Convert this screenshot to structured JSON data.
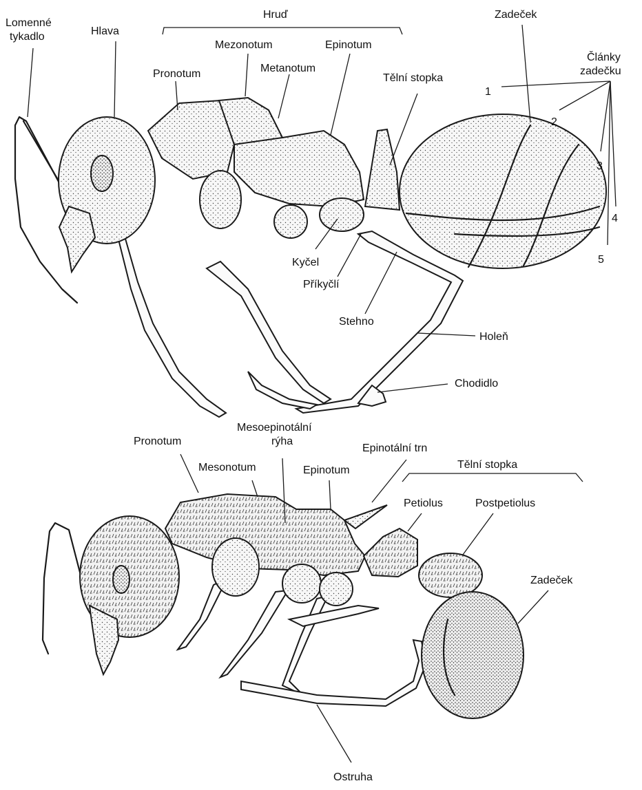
{
  "top_diagram": {
    "labels": {
      "antenna_line1": "Lomenné",
      "antenna_line2": "tykadlo",
      "head": "Hlava",
      "thorax": "Hruď",
      "pronotum": "Pronotum",
      "mezonotum": "Mezonotum",
      "metanotum": "Metanotum",
      "epinotum": "Epinotum",
      "waist": "Tělní stopka",
      "gaster": "Zadeček",
      "segments_line1": "Články",
      "segments_line2": "zadečku",
      "seg1": "1",
      "seg2": "2",
      "seg3": "3",
      "seg4": "4",
      "seg5": "5",
      "coxa": "Kyčel",
      "trochanter": "Příkyčlí",
      "femur": "Stehno",
      "tibia": "Holeň",
      "tarsus": "Chodidlo"
    }
  },
  "bottom_diagram": {
    "labels": {
      "pronotum": "Pronotum",
      "mesonotum": "Mesonotum",
      "groove_line1": "Mesoepinotální",
      "groove_line2": "rýha",
      "epinotum": "Epinotum",
      "spine": "Epinotální trn",
      "waist": "Tělní stopka",
      "petiolus": "Petiolus",
      "postpetiolus": "Postpetiolus",
      "gaster": "Zadeček",
      "spur": "Ostruha"
    }
  }
}
